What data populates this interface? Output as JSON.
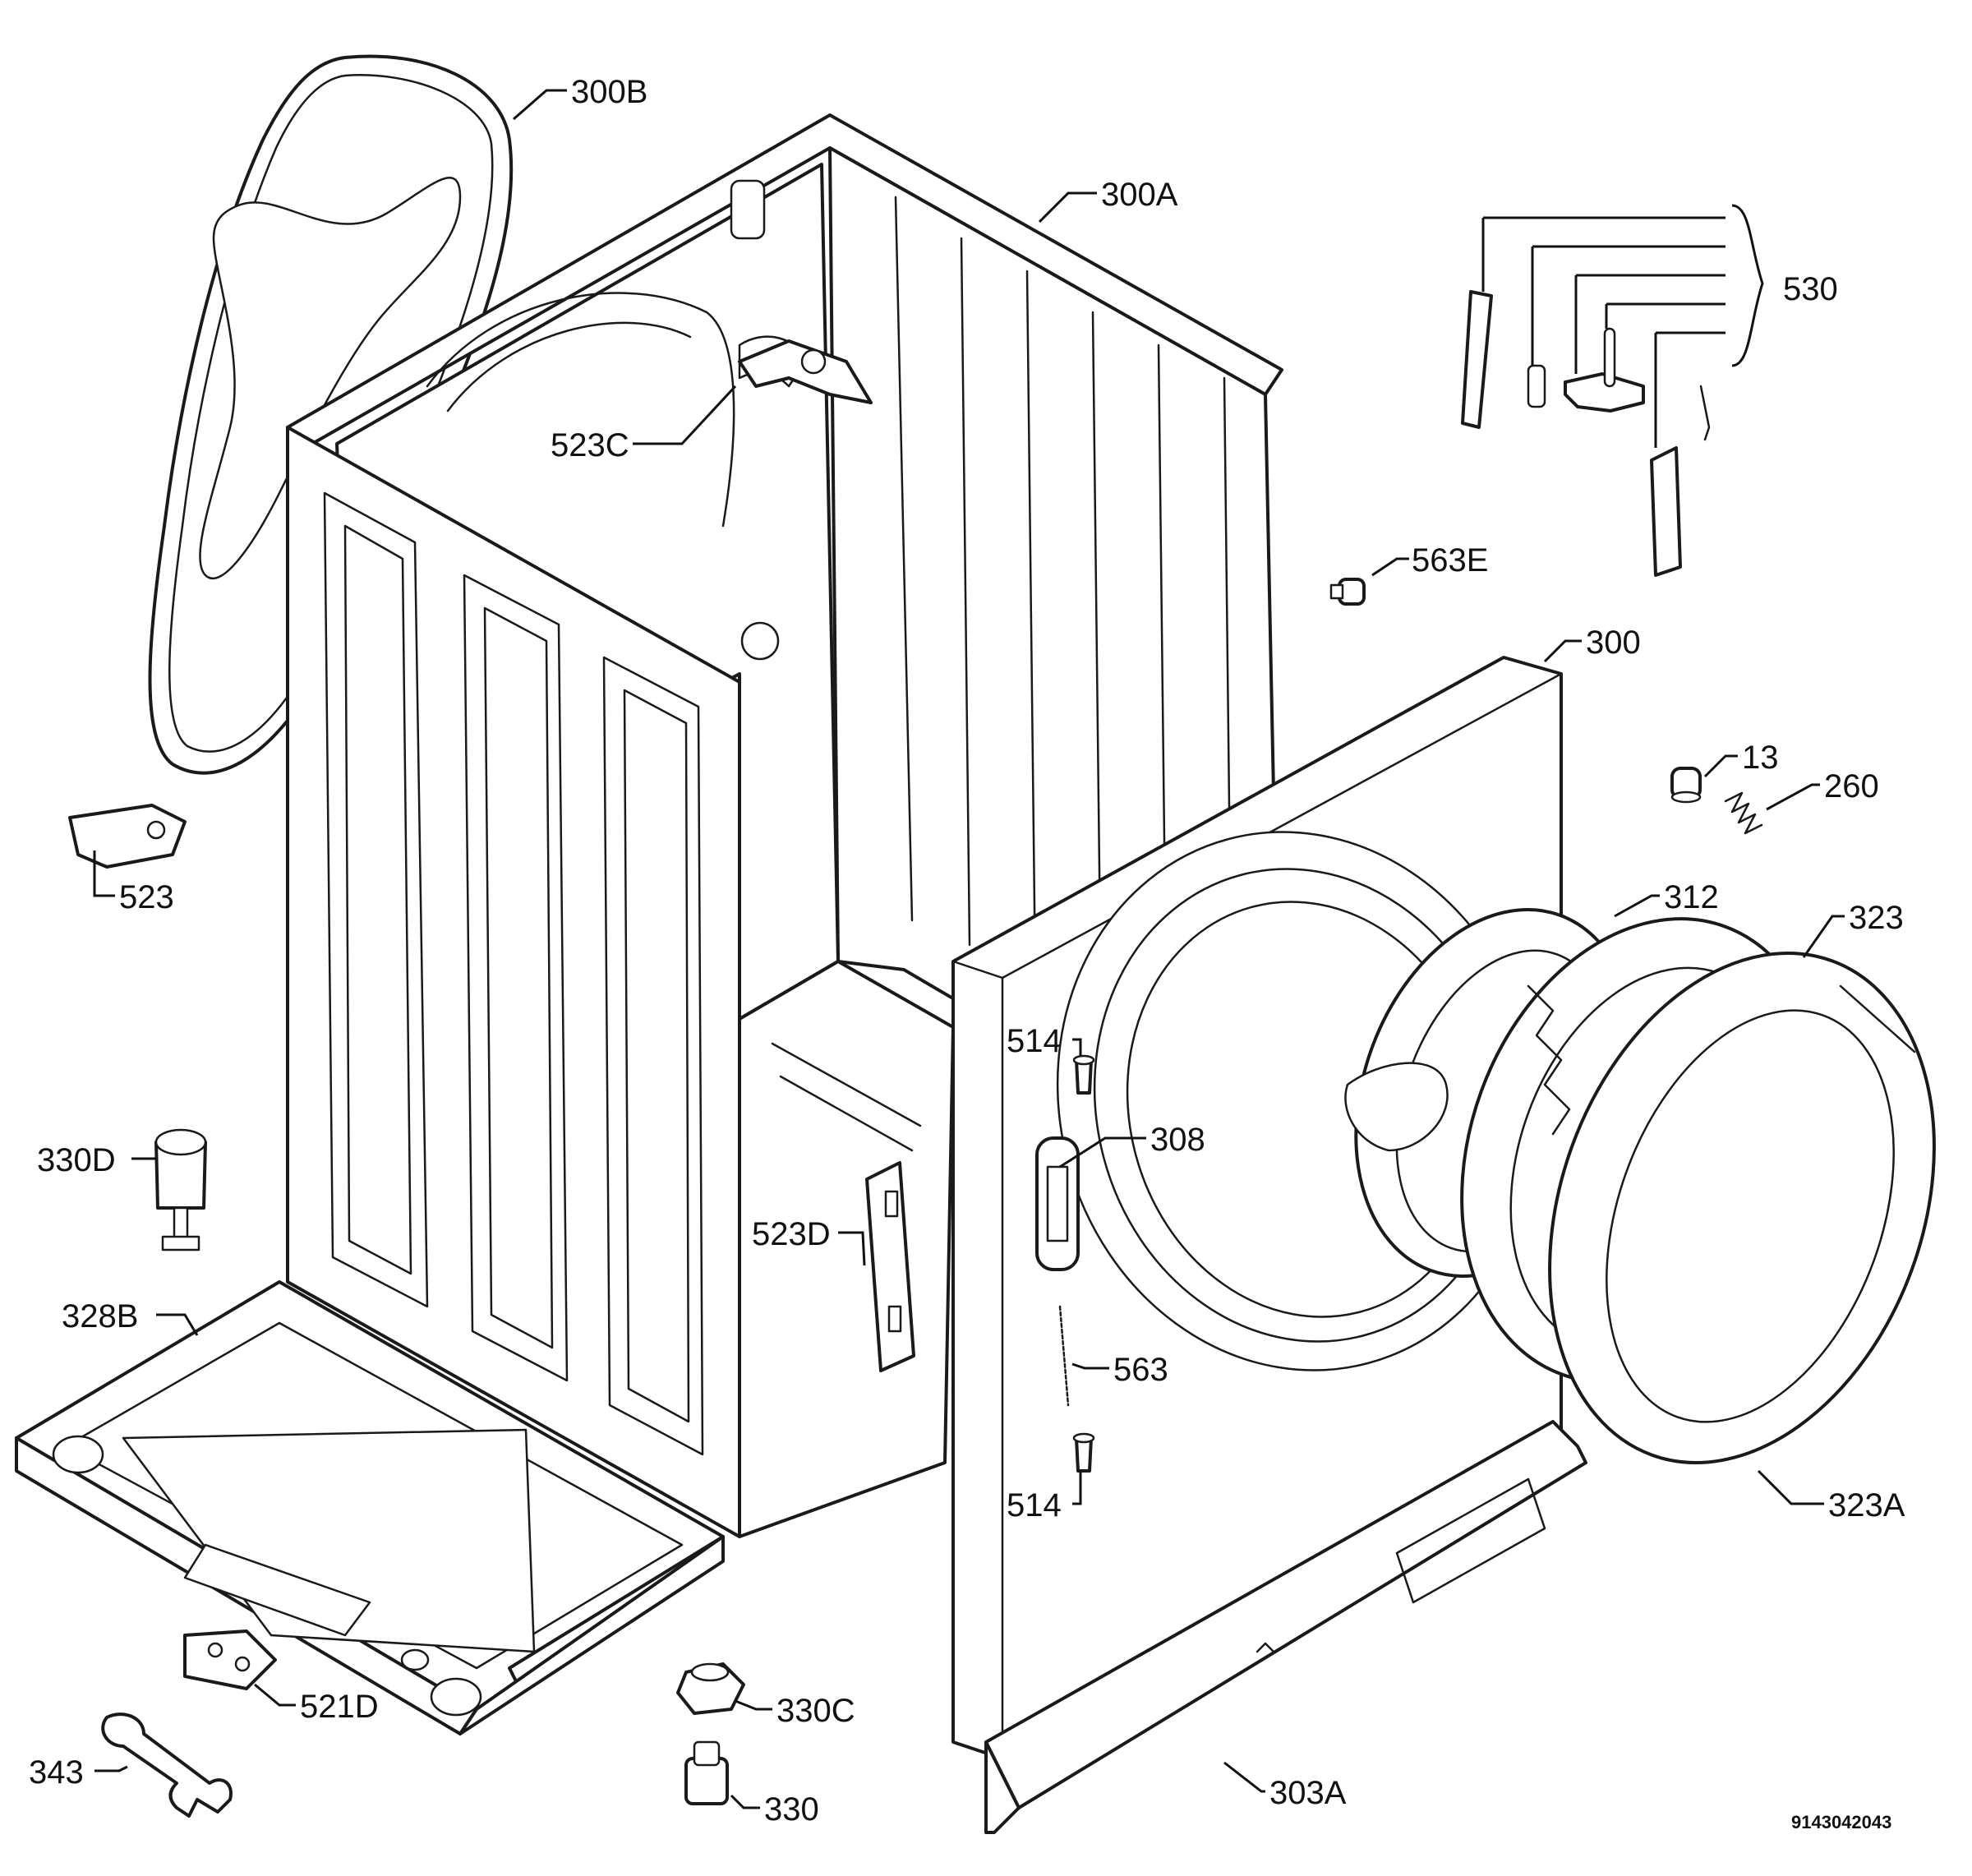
{
  "diagram": {
    "drawing_number": "9143042043",
    "labels": {
      "p300B": "300B",
      "p300A": "300A",
      "p530": "530",
      "p523C": "523C",
      "p563E": "563E",
      "p300": "300",
      "p13": "13",
      "p260": "260",
      "p523": "523",
      "p312": "312",
      "p323": "323",
      "p514a": "514",
      "p308": "308",
      "p330D": "330D",
      "p523D": "523D",
      "p328B": "328B",
      "p563": "563",
      "p514b": "514",
      "p323A": "323A",
      "p521D": "521D",
      "p330C": "330C",
      "p303A": "303A",
      "p343": "343",
      "p330": "330"
    }
  }
}
